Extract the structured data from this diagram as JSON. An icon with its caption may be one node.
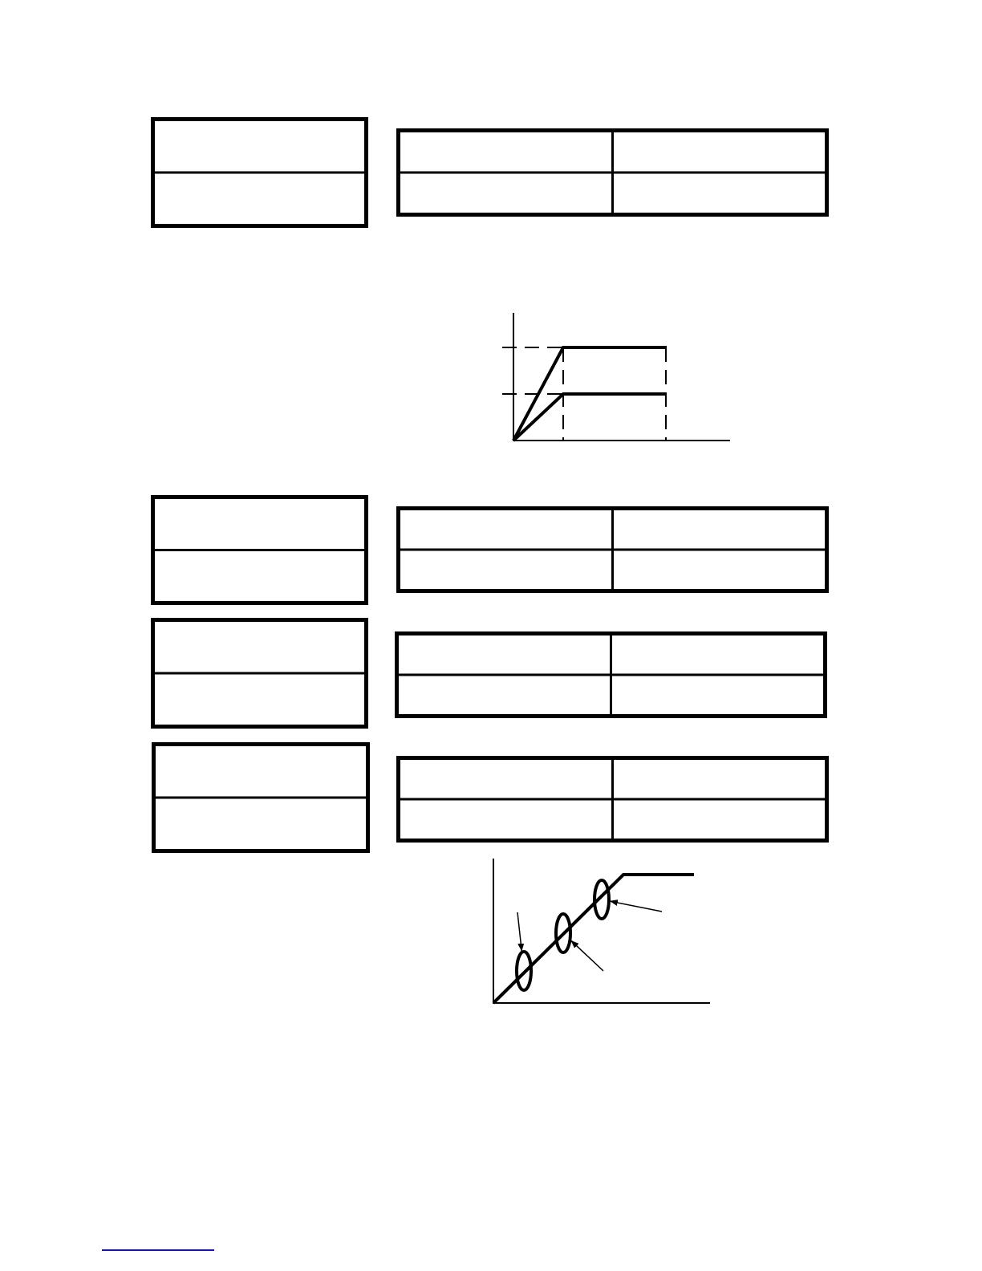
{
  "diagram": {
    "nodes": [
      {
        "text": [],
        "shape": "box"
      },
      {
        "text": [],
        "shape": "box"
      },
      {
        "text": [],
        "shape": "box"
      },
      {
        "text": [],
        "shape": "box"
      },
      {
        "text": [],
        "shape": "box"
      },
      {
        "text": [],
        "shape": "box"
      },
      {
        "text": [],
        "shape": "box"
      },
      {
        "text": [],
        "shape": "box"
      },
      {
        "text": [],
        "shape": "ellipse"
      },
      {
        "text": [],
        "shape": "ellipse"
      },
      {
        "text": [],
        "shape": "ellipse"
      }
    ],
    "edges": [
      {
        "from": null,
        "to": 8,
        "arrow": "to"
      },
      {
        "from": null,
        "to": 9,
        "arrow": "to"
      },
      {
        "from": null,
        "to": 10,
        "arrow": "to"
      }
    ]
  }
}
